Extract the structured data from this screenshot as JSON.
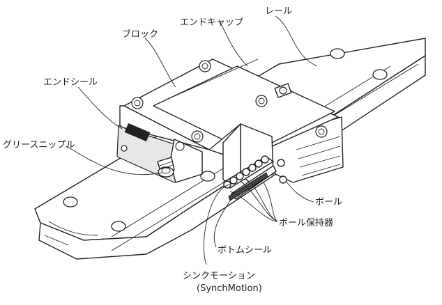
{
  "labels": {
    "rail": "レール",
    "end_cap": "エンドキャップ",
    "block": "ブロック",
    "end_seal": "エンドシール",
    "grease_nipple": "グリースニップル",
    "ball": "ボール",
    "ball_retainer": "ボール保持器",
    "bottom_seal": "ボトムシール",
    "synchmotion": "シンクモーション",
    "synchmotion_en": "(SynchMotion)"
  }
}
